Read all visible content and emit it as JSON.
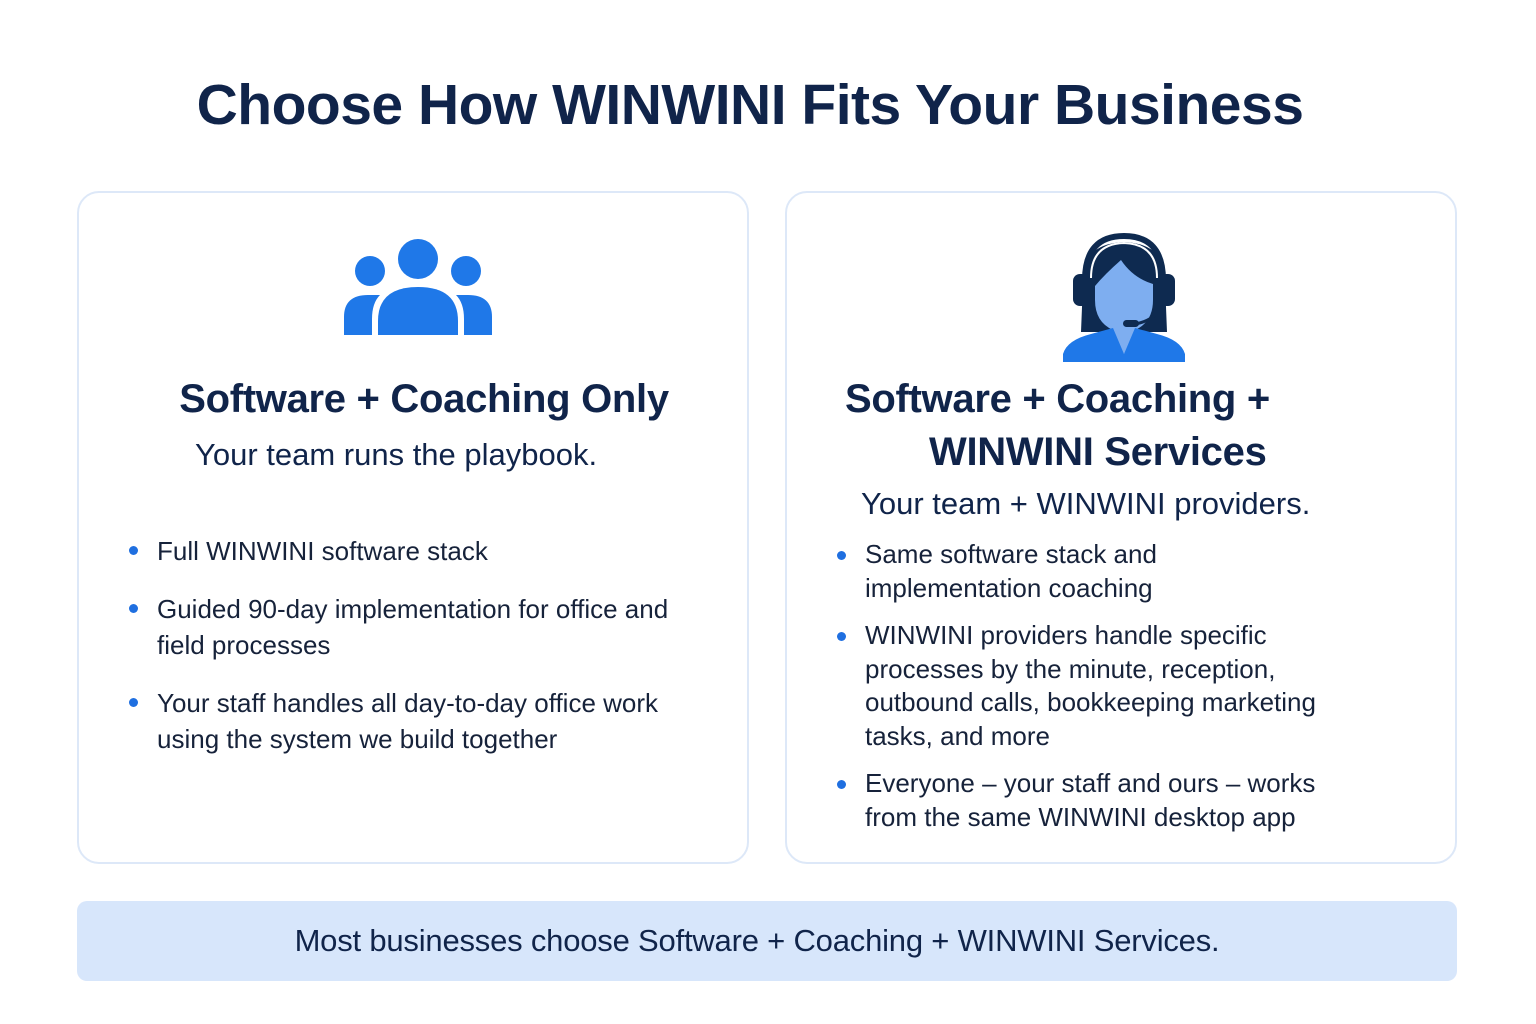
{
  "header": {
    "title": "Choose How WINWINI Fits Your Business"
  },
  "colors": {
    "title_text": "#10244a",
    "accent_blue": "#1f6fe0",
    "card_border": "#dde8f8",
    "banner_bg": "#d7e6fb"
  },
  "options": [
    {
      "icon": "team-group-icon",
      "title_line1": "Software + Coaching Only",
      "subtitle": "Your team runs the playbook.",
      "bullets": [
        "Full WINWINI software stack",
        "Guided 90-day implementation for office and field processes",
        "Your staff handles all day-to-day office work using the system we build together"
      ]
    },
    {
      "icon": "headset-agent-icon",
      "title_line1": "Software + Coaching +",
      "title_line2": "WINWINI Services",
      "subtitle": "Your team + WINWINI providers.",
      "bullets": [
        "Same software stack and implementation coaching",
        "WINWINI providers handle specific processes by the minute, reception, outbound calls, bookkeeping marketing tasks, and more",
        "Everyone – your staff and ours – works from the same WINWINI desktop app"
      ]
    }
  ],
  "footer_banner": {
    "text": "Most businesses choose Software + Coaching + WINWINI Services."
  }
}
